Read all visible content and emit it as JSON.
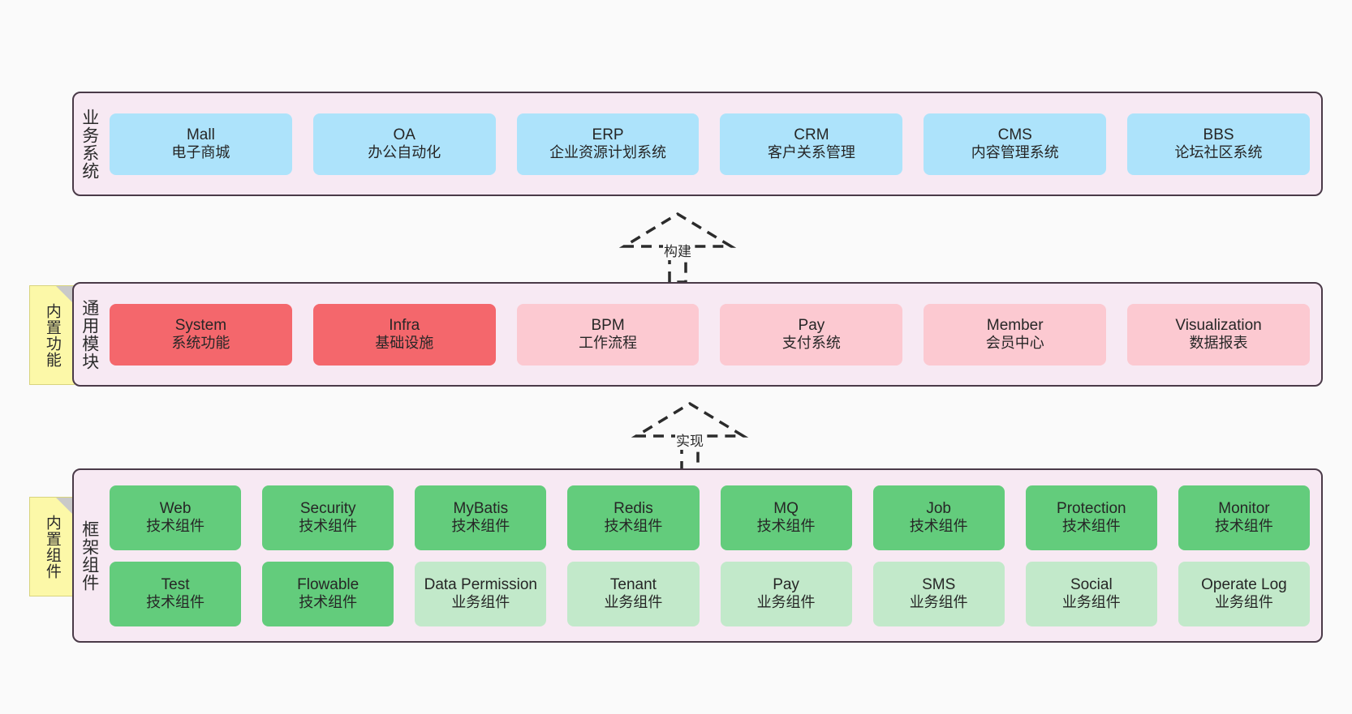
{
  "diagram": {
    "background": "#fafafa",
    "border_color": "#4a3a48",
    "container_fill": "#f7e9f3",
    "note_fill": "#fcf8a8"
  },
  "layers": [
    {
      "id": "business-system",
      "title": "业务系统",
      "note": null,
      "rows": [
        {
          "cells": [
            {
              "name": "Mall",
              "sub": "电子商城",
              "color": "#ade3fb",
              "tone": "c-blue"
            },
            {
              "name": "OA",
              "sub": "办公自动化",
              "color": "#ade3fb",
              "tone": "c-blue"
            },
            {
              "name": "ERP",
              "sub": "企业资源计划系统",
              "color": "#ade3fb",
              "tone": "c-blue"
            },
            {
              "name": "CRM",
              "sub": "客户关系管理",
              "color": "#ade3fb",
              "tone": "c-blue"
            },
            {
              "name": "CMS",
              "sub": "内容管理系统",
              "color": "#ade3fb",
              "tone": "c-blue"
            },
            {
              "name": "BBS",
              "sub": "论坛社区系统",
              "color": "#ade3fb",
              "tone": "c-blue"
            }
          ]
        }
      ]
    },
    {
      "id": "common-module",
      "title": "通用模块",
      "note": "内置功能",
      "rows": [
        {
          "cells": [
            {
              "name": "System",
              "sub": "系统功能",
              "color": "#f4676c",
              "tone": "c-red"
            },
            {
              "name": "Infra",
              "sub": "基础设施",
              "color": "#f4676c",
              "tone": "c-red"
            },
            {
              "name": "BPM",
              "sub": "工作流程",
              "color": "#fcc9d1",
              "tone": "c-pink"
            },
            {
              "name": "Pay",
              "sub": "支付系统",
              "color": "#fcc9d1",
              "tone": "c-pink"
            },
            {
              "name": "Member",
              "sub": "会员中心",
              "color": "#fcc9d1",
              "tone": "c-pink"
            },
            {
              "name": "Visualization",
              "sub": "数据报表",
              "color": "#fcc9d1",
              "tone": "c-pink"
            }
          ]
        }
      ]
    },
    {
      "id": "framework-component",
      "title": "框架组件",
      "note": "内置组件",
      "rows": [
        {
          "cells": [
            {
              "name": "Web",
              "sub": "技术组件",
              "color": "#63cc7c",
              "tone": "c-green"
            },
            {
              "name": "Security",
              "sub": "技术组件",
              "color": "#63cc7c",
              "tone": "c-green"
            },
            {
              "name": "MyBatis",
              "sub": "技术组件",
              "color": "#63cc7c",
              "tone": "c-green"
            },
            {
              "name": "Redis",
              "sub": "技术组件",
              "color": "#63cc7c",
              "tone": "c-green"
            },
            {
              "name": "MQ",
              "sub": "技术组件",
              "color": "#63cc7c",
              "tone": "c-green"
            },
            {
              "name": "Job",
              "sub": "技术组件",
              "color": "#63cc7c",
              "tone": "c-green"
            },
            {
              "name": "Protection",
              "sub": "技术组件",
              "color": "#63cc7c",
              "tone": "c-green"
            },
            {
              "name": "Monitor",
              "sub": "技术组件",
              "color": "#63cc7c",
              "tone": "c-green"
            }
          ]
        },
        {
          "cells": [
            {
              "name": "Test",
              "sub": "技术组件",
              "color": "#63cc7c",
              "tone": "c-green"
            },
            {
              "name": "Flowable",
              "sub": "技术组件",
              "color": "#63cc7c",
              "tone": "c-green"
            },
            {
              "name": "Data Permission",
              "sub": "业务组件",
              "color": "#c2e9ca",
              "tone": "c-lightgreen"
            },
            {
              "name": "Tenant",
              "sub": "业务组件",
              "color": "#c2e9ca",
              "tone": "c-lightgreen"
            },
            {
              "name": "Pay",
              "sub": "业务组件",
              "color": "#c2e9ca",
              "tone": "c-lightgreen"
            },
            {
              "name": "SMS",
              "sub": "业务组件",
              "color": "#c2e9ca",
              "tone": "c-lightgreen"
            },
            {
              "name": "Social",
              "sub": "业务组件",
              "color": "#c2e9ca",
              "tone": "c-lightgreen"
            },
            {
              "name": "Operate Log",
              "sub": "业务组件",
              "color": "#c2e9ca",
              "tone": "c-lightgreen"
            }
          ]
        }
      ]
    }
  ],
  "connectors": [
    {
      "id": "build",
      "label": "构建",
      "from": "common-module",
      "to": "business-system"
    },
    {
      "id": "implement",
      "label": "实现",
      "from": "framework-component",
      "to": "common-module"
    }
  ]
}
